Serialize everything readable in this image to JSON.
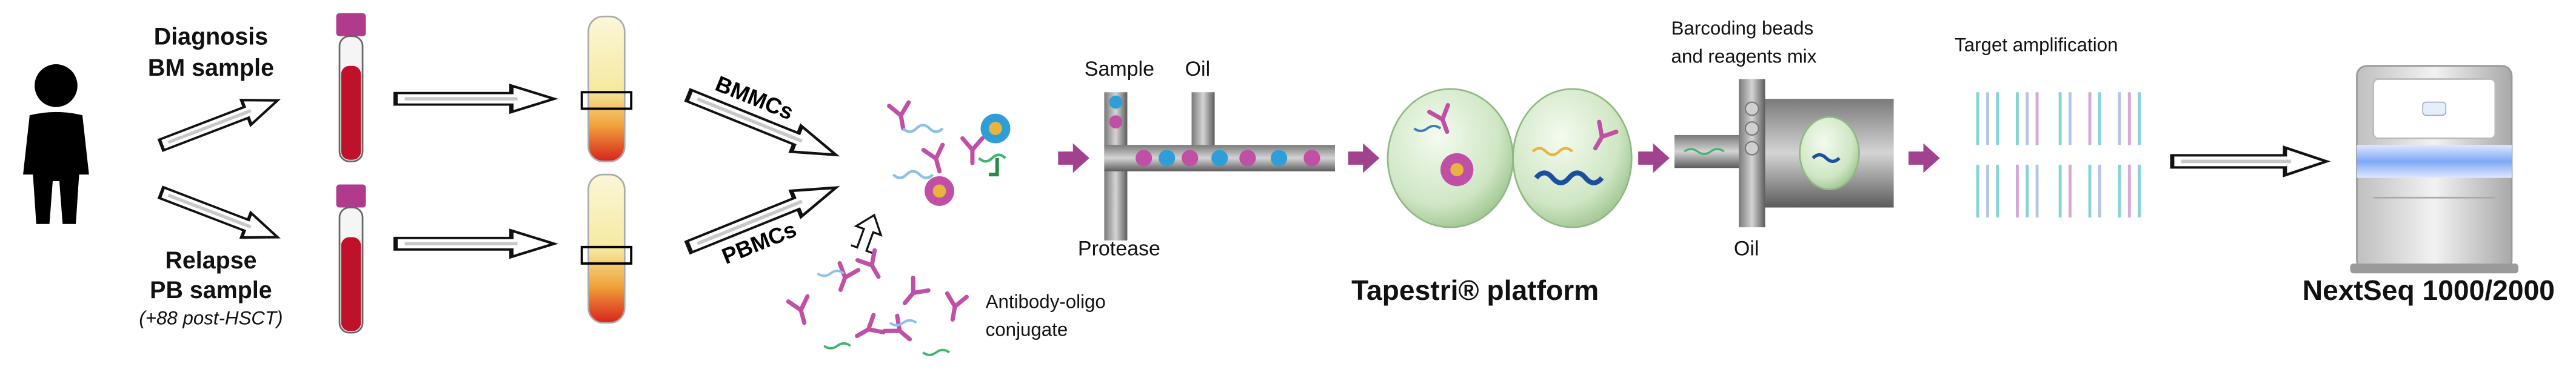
{
  "sample1": {
    "line1": "Diagnosis",
    "line2": "BM sample"
  },
  "sample2": {
    "line1": "Relapse",
    "line2": "PB sample",
    "note": "(+88 post-HSCT)"
  },
  "cells": {
    "top": "BMMCs",
    "bottom": "PBMCs"
  },
  "antibody": {
    "line1": "Antibody-oligo",
    "line2": "conjugate"
  },
  "chip1": {
    "sample": "Sample",
    "oil": "Oil",
    "protease": "Protease"
  },
  "platform_title": "Tapestri® platform",
  "chip2": {
    "title_line1": "Barcoding beads",
    "title_line2": "and reagents mix",
    "oil": "Oil"
  },
  "amplification": "Target amplification",
  "sequencer_title": "NextSeq 1000/2000",
  "colors": {
    "blood": "#c0112b",
    "tube_cap": "#b03a8c",
    "process_arrow": "#a0428e",
    "droplet": "#cfe6c4"
  }
}
